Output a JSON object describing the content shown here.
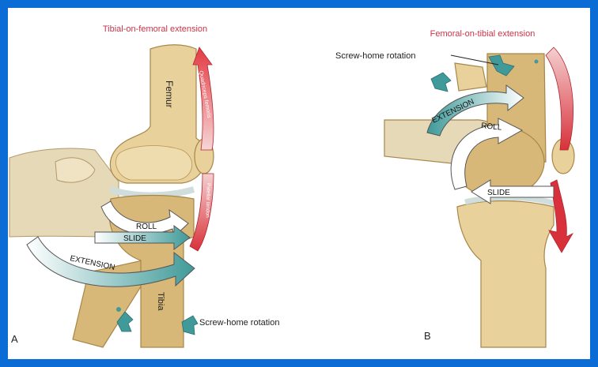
{
  "panel_a": {
    "title": "Tibial-on-femoral extension",
    "femur": "Femur",
    "tibia": "Tibia",
    "quadriceps": "Quadriceps femoris",
    "patellar": "Patellar tendon",
    "roll": "ROLL",
    "slide": "SLIDE",
    "extension": "EXTENSION",
    "screw_home": "Screw-home rotation",
    "letter": "A"
  },
  "panel_b": {
    "title": "Femoral-on-tibial extension",
    "screw_home": "Screw-home rotation",
    "extension": "EXTENSION",
    "roll": "ROLL",
    "slide": "SLIDE",
    "letter": "B"
  },
  "colors": {
    "border_blue": "#0b6cd6",
    "bone": "#e8cf9a",
    "bone_dark": "#c9a766",
    "cartilage": "#dfe6e6",
    "muscle_red": "#d8313b",
    "arrow_teal": "#3f9a99",
    "title_red": "#c8354c"
  }
}
